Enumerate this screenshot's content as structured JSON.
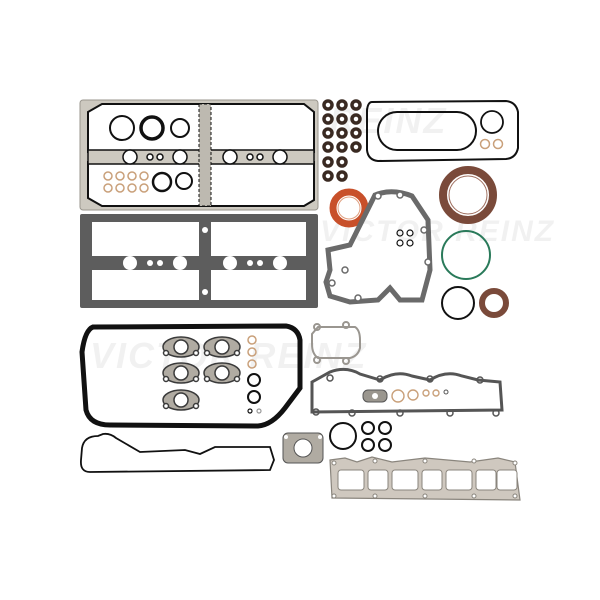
{
  "image": {
    "subject": "Full engine gasket set product photo",
    "background": "#ffffff",
    "watermark": "VICTOR REINZ",
    "colors": {
      "black_rubber": "#111111",
      "steel_gasket": "#6d6d6d",
      "steel_fill": "#b9b5ad",
      "fiber_fill": "#cfc8bf",
      "copper_washer": "#c9a07a",
      "orange_seal": "#c8502a",
      "brown_seal": "#7a4a3a",
      "green_oring": "#2a7a5a"
    },
    "components": [
      "valve cover gasket with inner seals",
      "cylinder head gasket",
      "valve stem seals (16)",
      "oil pan seal with o-rings",
      "front crankshaft seal",
      "rear crankshaft seal",
      "timing cover gasket",
      "water pump o-ring",
      "camshaft seal",
      "intake plenum rubber gasket",
      "EGR gaskets (5)",
      "turbo flange gaskets",
      "intake manifold gasket",
      "exhaust manifold gasket",
      "copper washers and small o-rings"
    ]
  }
}
